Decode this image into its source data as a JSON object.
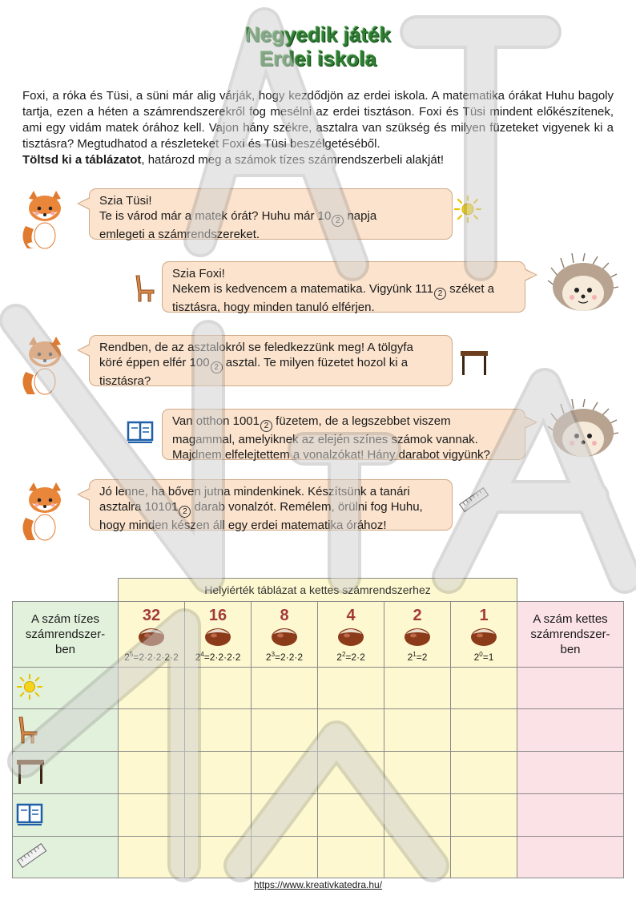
{
  "title": {
    "line1": "Negyedik játék",
    "line2": "Erdei iskola"
  },
  "intro": {
    "text": "Foxi, a róka és Tüsi, a süni már alig várják, hogy kezdődjön az erdei iskola. A matematika órákat Huhu bagoly tartja, ezen a héten a számrendszerekről fog mesélni az erdei tisztáson. Foxi és Tüsi mindent előkészítenek, ami egy vidám matek órához kell. Vajon hány székre, asztalra van szükség és milyen füzeteket vigyenek ki a tisztásra? Megtudhatod a részleteket Foxi és Tüsi beszélgetéséből.",
    "bold": "Töltsd ki a táblázatot",
    "rest": ", határozd meg a számok tízes számrendszerbeli alakját!"
  },
  "dialogue": [
    {
      "l1": "Szia Tüsi!",
      "l2a": "Te is várod már a matek órát? Huhu már 10",
      "l2b": " napja",
      "l3": "emlegeti a számrendszereket."
    },
    {
      "l1": "Szia Foxi!",
      "l2a": "Nekem is kedvencem a matematika. Vigyünk 111",
      "l2b": " széket a",
      "l3": "tisztásra, hogy minden tanuló elférjen."
    },
    {
      "l1a": "Rendben, de az asztalokról se feledkezzünk meg! A tölgyfa",
      "l2a": "köré éppen elfér 100",
      "l2b": " asztal. Te milyen füzetet hozol ki a",
      "l3": "tisztásra?"
    },
    {
      "l1a": "Van otthon 1001",
      "l1b": " füzetem, de a legszebbet viszem",
      "l2": "magammal, amelyiknek az elején színes számok vannak.",
      "l3": "Majdnem elfelejtettem a vonalzókat! Hány darabot vigyünk?"
    },
    {
      "l1": "Jó lenne, ha bőven jutna mindenkinek.  Készítsünk a tanári",
      "l2a": "asztalra 10101",
      "l2b": " darab vonalzót. Remélem, örülni fog Huhu,",
      "l3": "hogy minden készen áll egy erdei matematika órához!"
    }
  ],
  "base_mark": "2",
  "table": {
    "header": "Helyiérték táblázat a kettes számrendszerhez",
    "left_header": "A szám tízes számrendszer-ben",
    "right_header": "A szám kettes számrendszer-ben",
    "places": [
      {
        "value": "32",
        "base": "2",
        "exp": "5",
        "expand": "=2·2·2·2·2"
      },
      {
        "value": "16",
        "base": "2",
        "exp": "4",
        "expand": "=2·2·2·2"
      },
      {
        "value": "8",
        "base": "2",
        "exp": "3",
        "expand": "=2·2·2"
      },
      {
        "value": "4",
        "base": "2",
        "exp": "2",
        "expand": "=2·2"
      },
      {
        "value": "2",
        "base": "2",
        "exp": "1",
        "expand": "=2"
      },
      {
        "value": "1",
        "base": "2",
        "exp": "0",
        "expand": "=1"
      }
    ],
    "rows": [
      "sun-icon",
      "chair-icon",
      "table-icon",
      "book-icon",
      "ruler-icon"
    ]
  },
  "footer": {
    "url": "https://www.kreativkatedra.hu/"
  },
  "colors": {
    "bubble": "#fbe3cd",
    "header_yellow": "#fdf8cf",
    "left_green": "#e2f1dc",
    "right_pink": "#fbe2e6",
    "place_red": "#a33a3a",
    "title_green": "#2e7d32"
  }
}
